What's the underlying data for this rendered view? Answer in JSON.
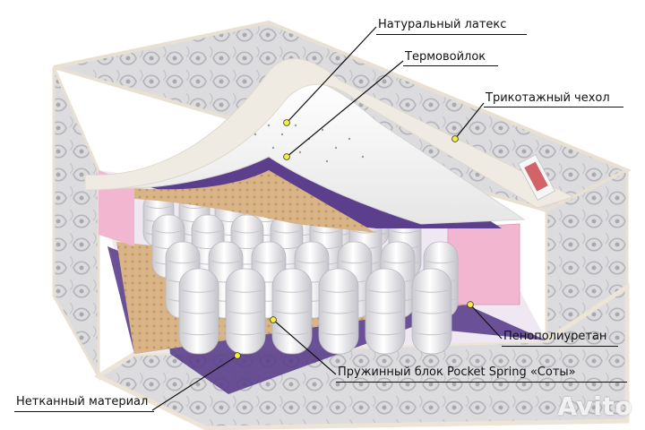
{
  "labels": {
    "latex": "Натуральный латекс",
    "thermofelt": "Термовойлок",
    "cover": "Трикотажный чехол",
    "foam": "Пенополиуретан",
    "spring_block": "Пружинный блок Pocket Spring «Соты»",
    "nonwoven": "Нетканный материал"
  },
  "watermark": "Avito",
  "colors": {
    "latex": "#f4f4f4",
    "thermofelt": "#5b3f8c",
    "foam": "#f2b6d0",
    "coconut": "#d7b486",
    "cover": "#d9d9dc",
    "piping": "#ece4d6",
    "callout_dot": "#f6ef3a"
  }
}
